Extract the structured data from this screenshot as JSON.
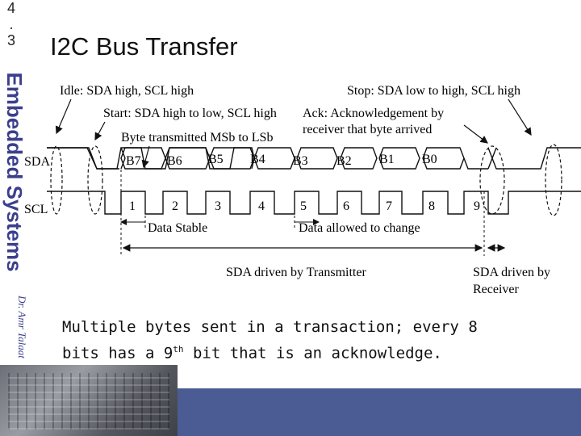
{
  "slide": {
    "number_chars": [
      "4",
      ".",
      "3"
    ],
    "title": "I2C Bus Transfer",
    "course": "Embedded Systems",
    "author": "Dr. Amr Talaat",
    "body_line1": "Multiple bytes sent in a transaction; every 8",
    "body_line2_pre": "bits has a 9",
    "body_line2_sup": "th",
    "body_line2_post": " bit that is an acknowledge."
  },
  "diagram": {
    "ann_idle": "Idle: SDA high, SCL high",
    "ann_start": "Start: SDA high to low, SCL high",
    "ann_byte": "Byte transmitted MSb to LSb",
    "ann_stop": "Stop: SDA low to high, SCL high",
    "ann_ack_1": "Ack: Acknowledgement by",
    "ann_ack_2": "receiver that byte arrived",
    "sda_label": "SDA",
    "scl_label": "SCL",
    "bits": [
      "B7",
      "B6",
      "B5",
      "B4",
      "B3",
      "B2",
      "B1",
      "B0"
    ],
    "clock_numbers": [
      "1",
      "2",
      "3",
      "4",
      "5",
      "6",
      "7",
      "8",
      "9"
    ],
    "data_stable": "Data Stable",
    "data_change": "Data allowed to change",
    "sda_transmitter": "SDA driven by Transmitter",
    "sda_receiver_1": "SDA driven by",
    "sda_receiver_2": "Receiver"
  }
}
